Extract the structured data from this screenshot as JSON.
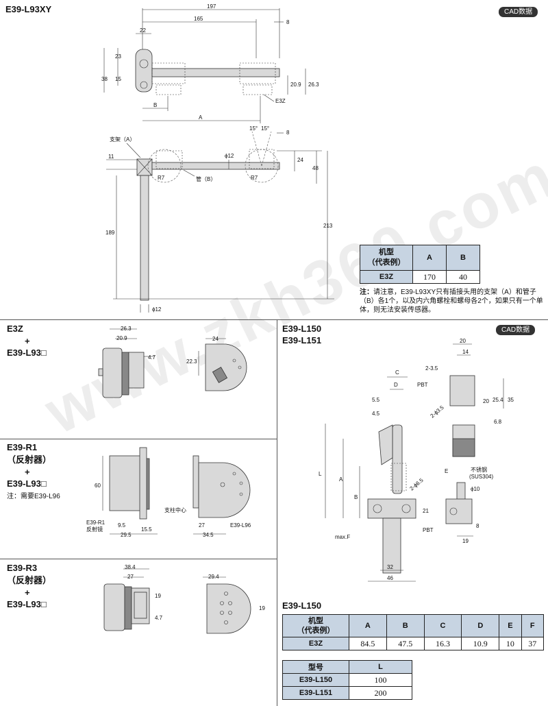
{
  "top": {
    "title": "E39-L93XY",
    "cad": "CAD数据",
    "dims_top": [
      "197",
      "165",
      "8",
      "22",
      "23",
      "38",
      "15",
      "20.9",
      "26.3",
      "E3Z",
      "B",
      "A"
    ],
    "dims_side": [
      "支架（A）",
      "11",
      "ϕ12",
      "24",
      "48",
      "15°",
      "15°",
      "8",
      "管（B）",
      "R7",
      "R7",
      "189",
      "213",
      "ϕ12"
    ],
    "table": {
      "h_model": "机型\n（代表例）",
      "h_a": "A",
      "h_b": "B",
      "model": "E3Z",
      "a": "170",
      "b": "40"
    },
    "note_label": "注：",
    "note_text": "请注意，E39-L93XY只有插接头用的支架（A）和管子（B）各1个，以及内六角螺栓和螺母各2个，如果只有一个单体，则无法安装传感器。"
  },
  "s1": {
    "title": "E3Z",
    "plus": "+",
    "title2": "E39-L93□",
    "dims": [
      "26.3",
      "20.9",
      "4.7",
      "24",
      "22.3"
    ]
  },
  "s2": {
    "title": "E39-R1",
    "sub": "（反射器）",
    "plus": "+",
    "title2": "E39-L93□",
    "note": "注：需要E39-L96",
    "dims": [
      "60",
      "E39-R1",
      "反射镜",
      "9.5",
      "15.5",
      "29.5",
      "支柱中心",
      "27",
      "34.5",
      "E39-L96"
    ]
  },
  "s3": {
    "title": "E39-R3",
    "sub": "（反射器）",
    "plus": "+",
    "title2": "E39-L93□",
    "dims": [
      "38.4",
      "27",
      "19",
      "4.7",
      "29.4",
      "19"
    ]
  },
  "right": {
    "title": "E39-L150",
    "title2": "E39-L151",
    "cad": "CAD数据",
    "dims": [
      "C",
      "D",
      "5.5",
      "4.5",
      "PBT",
      "20",
      "14",
      "2-3.5",
      "2-ϕ3.5",
      "20",
      "25.4",
      "35",
      "6.8",
      "L",
      "A",
      "B",
      "E",
      "不锈钢",
      "(SUS304)",
      "ϕ10",
      "2-ϕ6.5",
      "21",
      "max.F",
      "PBT",
      "32",
      "46",
      "8",
      "19"
    ],
    "table_title": "E39-L150",
    "t1": {
      "headers": [
        "机型\n（代表例）",
        "A",
        "B",
        "C",
        "D",
        "E",
        "F"
      ],
      "row": [
        "E3Z",
        "84.5",
        "47.5",
        "16.3",
        "10.9",
        "10",
        "37"
      ]
    },
    "t2": {
      "headers": [
        "型号",
        "L"
      ],
      "rows": [
        [
          "E39-L150",
          "100"
        ],
        [
          "E39-L151",
          "200"
        ]
      ]
    }
  }
}
